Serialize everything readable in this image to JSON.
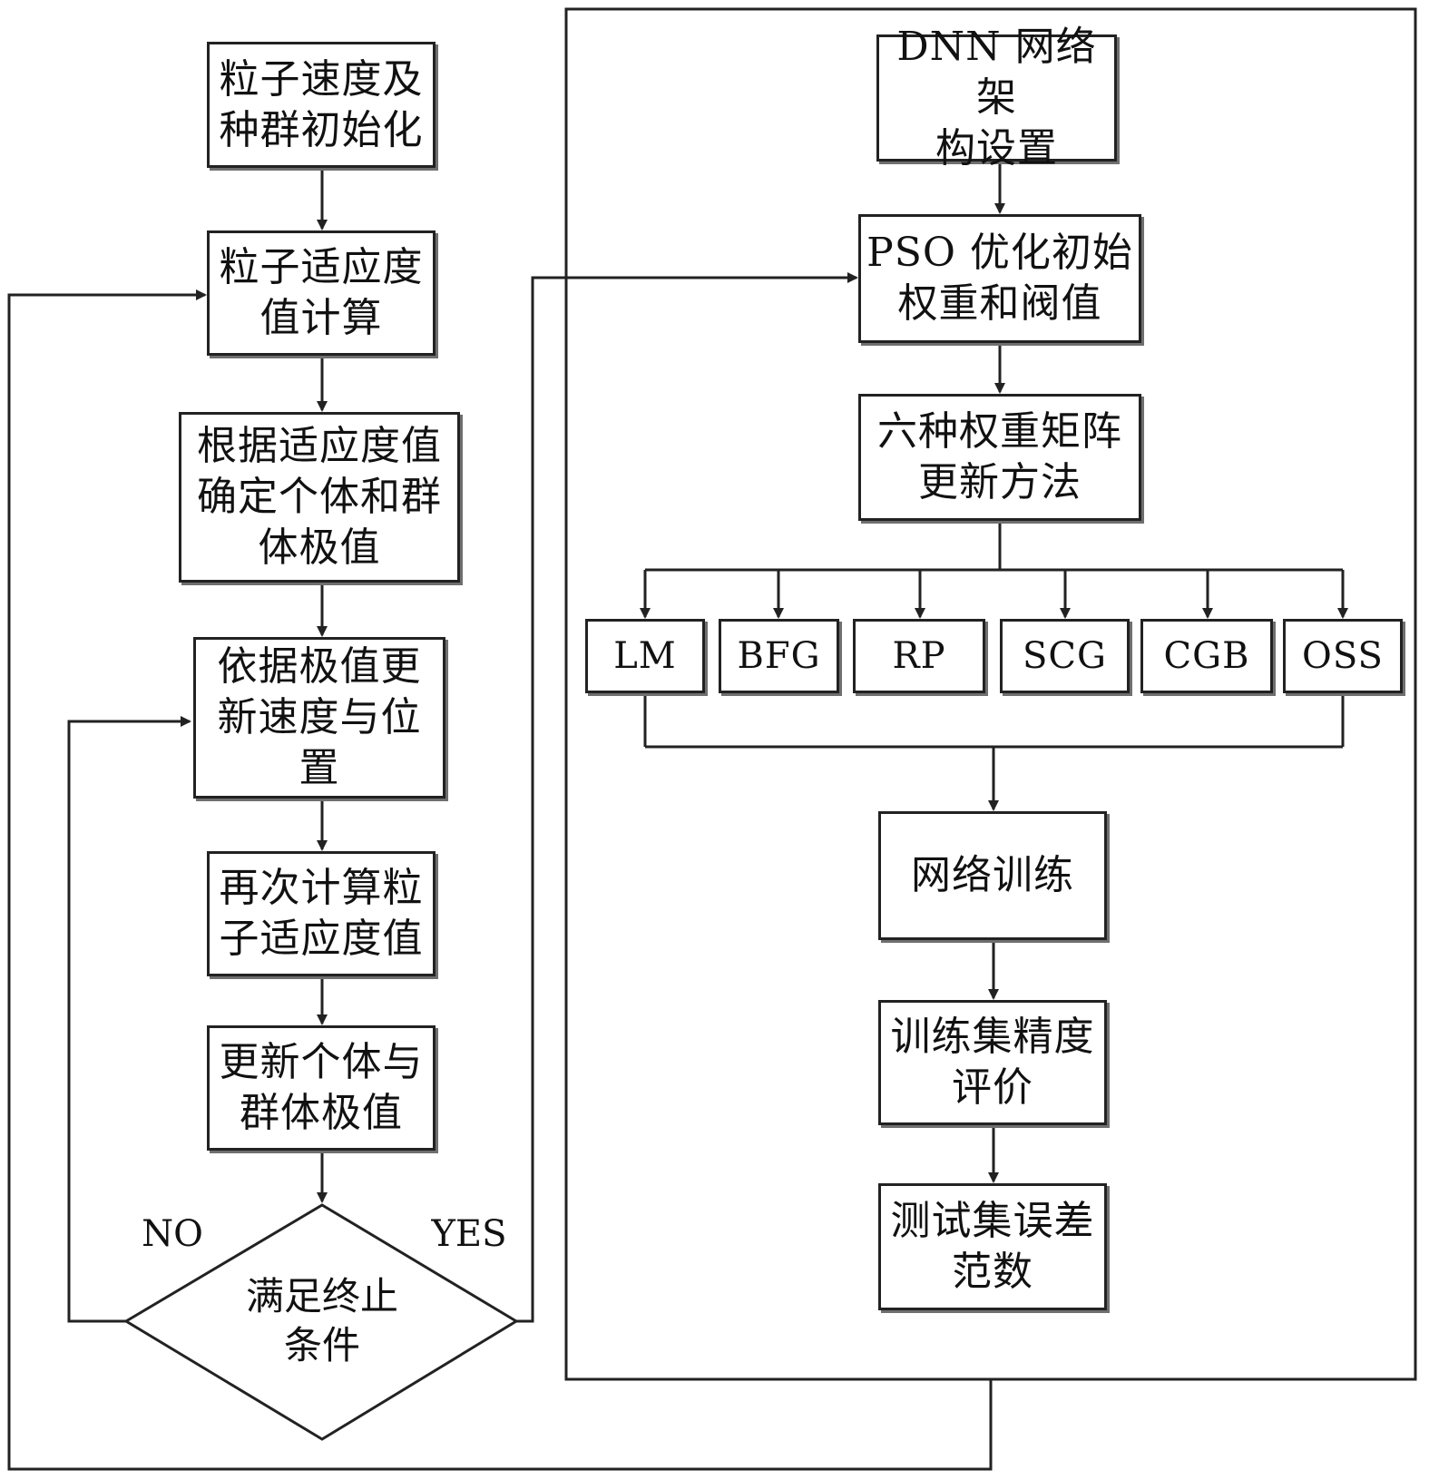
{
  "left_steps": {
    "init": "粒子速度及\n种群初始化",
    "fitness": "粒子适应度\n值计算",
    "extrema": "根据适应度值\n确定个体和群\n体极值",
    "update_pos": "依据极值更\n新速度与位\n置",
    "recalc": "再次计算粒\n子适应度值",
    "update_ext": "更新个体与\n群体极值"
  },
  "decision": {
    "text": "满足终止\n条件",
    "no_label": "NO",
    "yes_label": "YES"
  },
  "right_steps": {
    "dnn_setup": "DNN 网络架\n构设置",
    "pso_init": "PSO 优化初始\n权重和阀值",
    "six_methods": "六种权重矩阵\n更新方法",
    "train": "网络训练",
    "train_eval": "训练集精度\n评价",
    "test_error": "测试集误差\n范数"
  },
  "methods": [
    "LM",
    "BFG",
    "RP",
    "SCG",
    "CGB",
    "OSS"
  ]
}
